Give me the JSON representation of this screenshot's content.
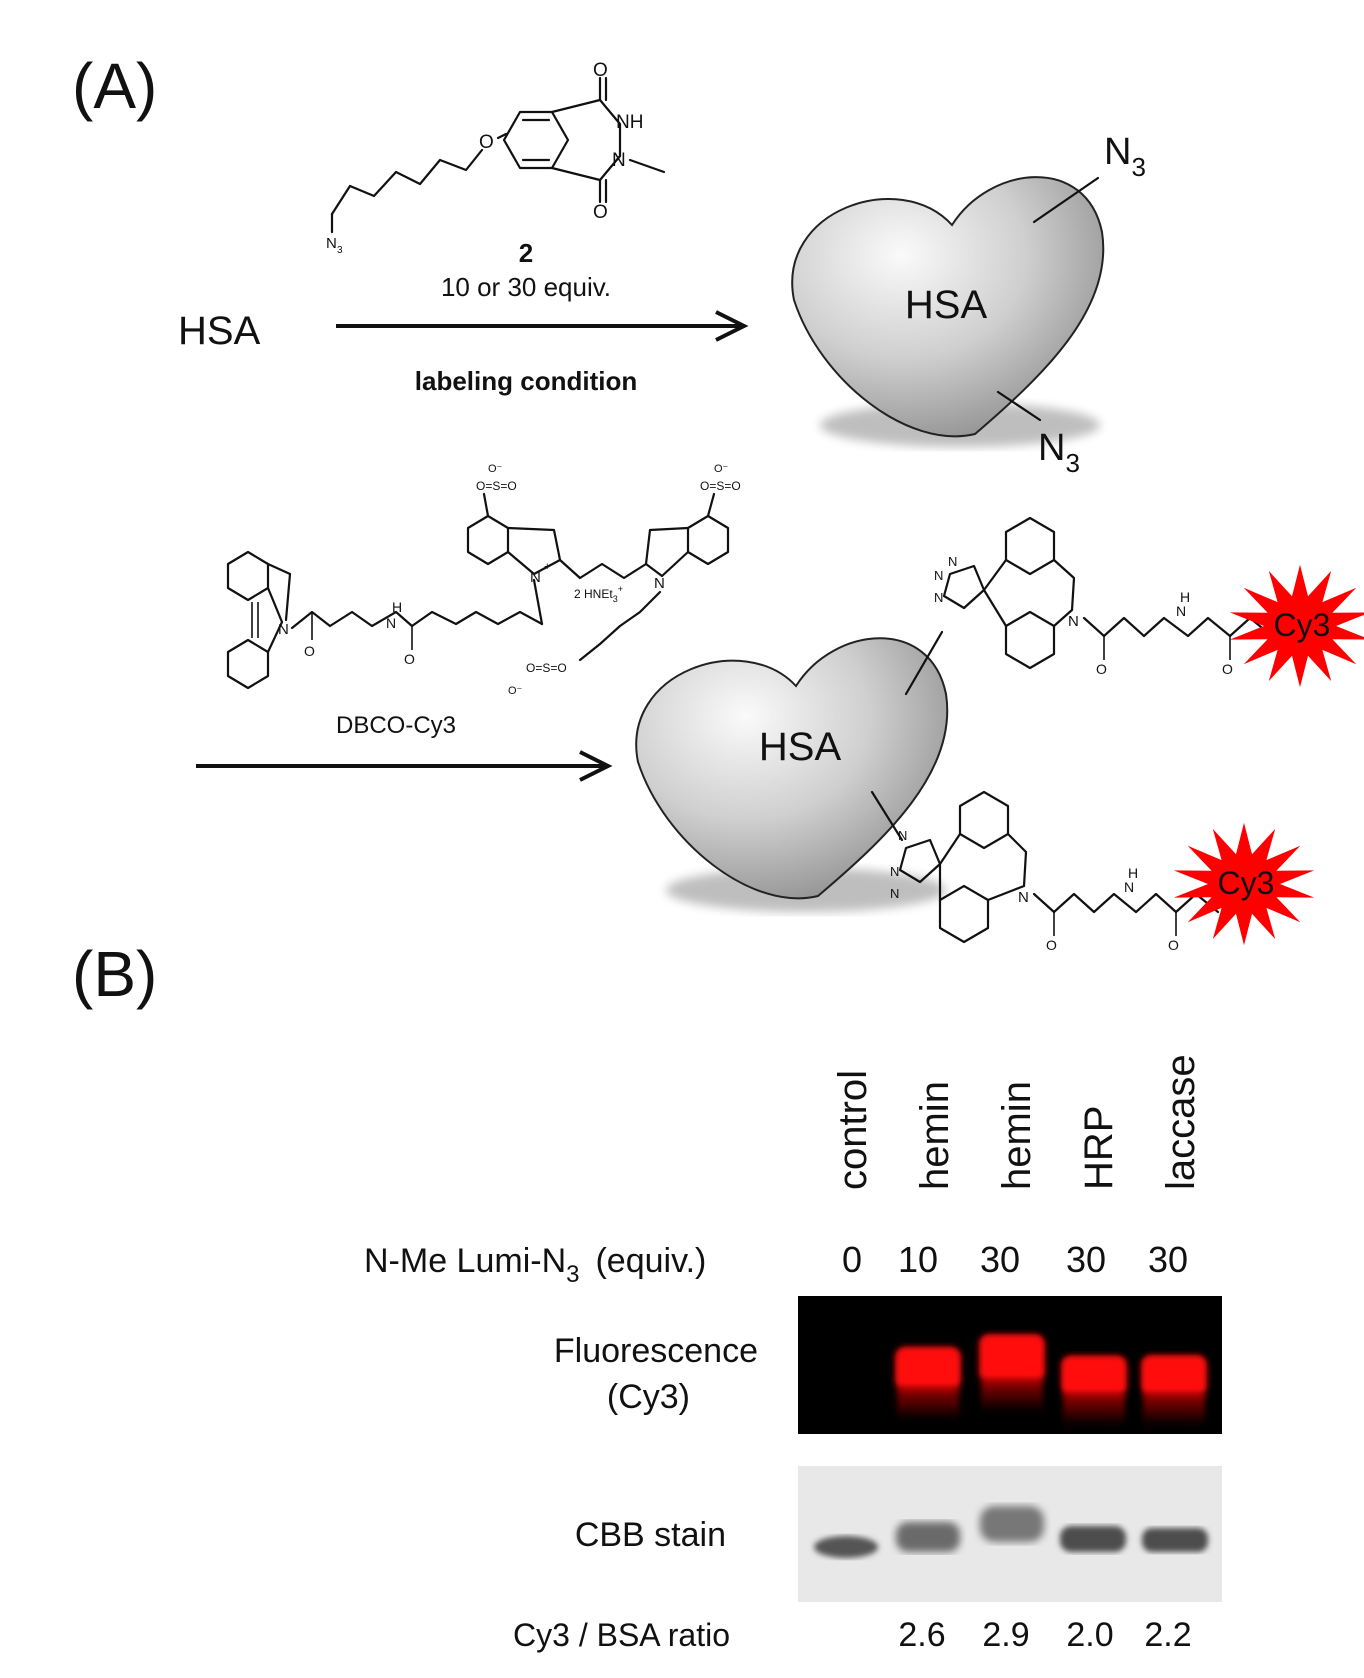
{
  "panel_a": {
    "label": "(A)",
    "reactant": "HSA",
    "reagent_number": "2",
    "reagent_equiv": "10 or 30 equiv.",
    "condition": "labeling condition",
    "reagent_atoms": {
      "o": "O",
      "nh": "NH",
      "n": "N",
      "carbonyl_o": "O",
      "azide": "N"
    },
    "product_label": "HSA",
    "azide_group": "N",
    "azide_subscript": "3",
    "dbco_label": "DBCO-Cy3",
    "counterion": "2 HNEt",
    "final_label": "HSA",
    "cy3_tag": "Cy3"
  },
  "panel_b": {
    "label": "(B)",
    "lanes": [
      "control",
      "hemin",
      "hemin",
      "HRP",
      "laccase"
    ],
    "equiv_row_label_main": "N-Me  Lumi-N",
    "equiv_row_label_sub": "3",
    "equiv_row_label_tail": "(equiv.)",
    "equiv_values": [
      "0",
      "10",
      "30",
      "30",
      "30"
    ],
    "fluorescence_label_1": "Fluorescence",
    "fluorescence_label_2": "(Cy3)",
    "cbb_label": "CBB stain",
    "ratio_label": "Cy3 / BSA ratio",
    "ratio_values": [
      "",
      "2.6",
      "2.9",
      "2.0",
      "2.2"
    ],
    "fluorescence_intensity": [
      0,
      0.82,
      1.0,
      0.72,
      0.74
    ],
    "colors": {
      "gel_background": "#000000",
      "band": "#ff0a0a",
      "cbb_background": "#e6e6e6",
      "cbb_band": "#4a4a4a",
      "cy3_star": "#ff0000"
    }
  }
}
